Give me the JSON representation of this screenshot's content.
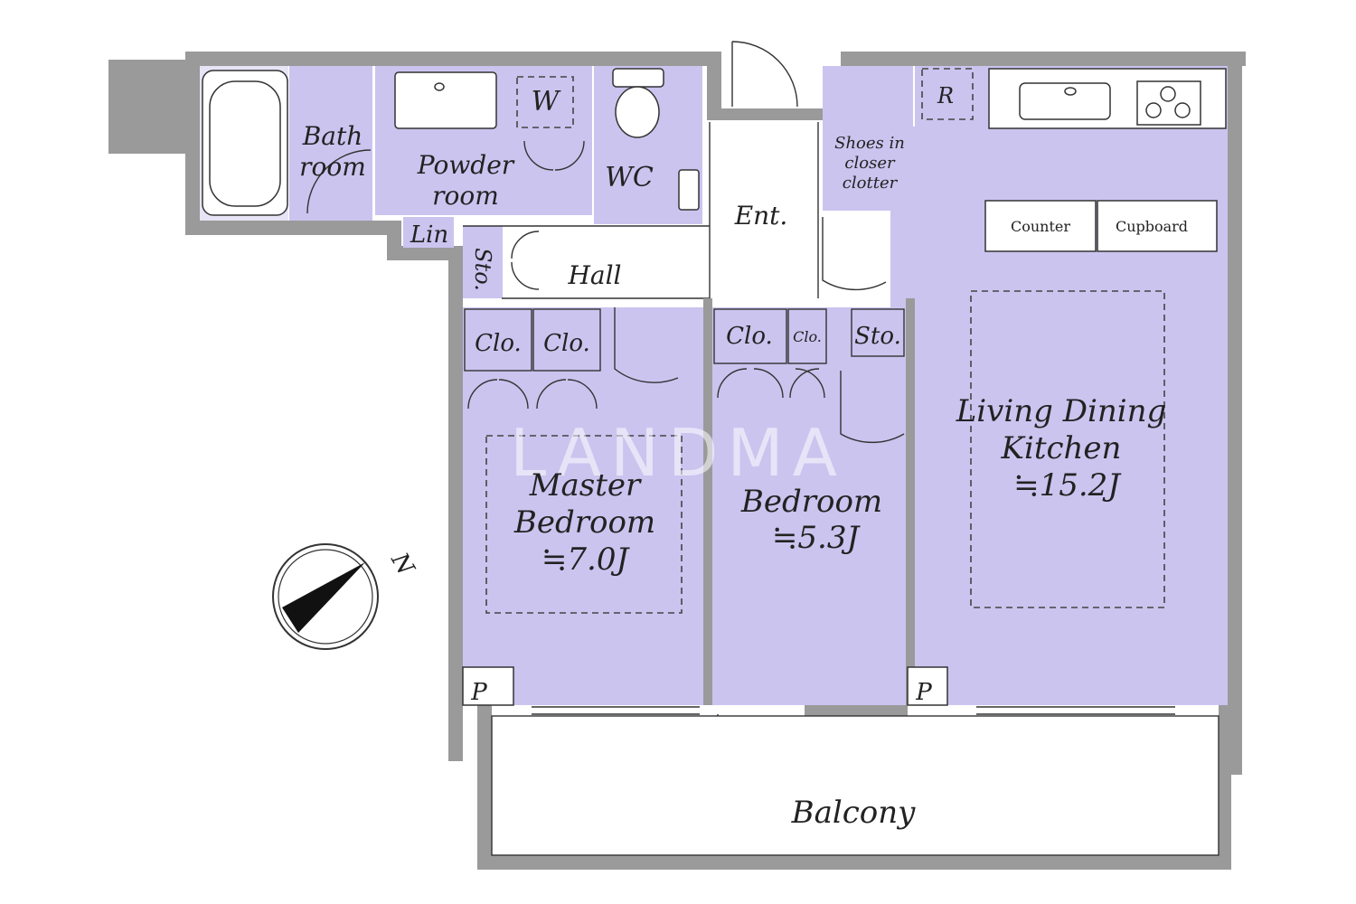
{
  "rooms": {
    "bathroom_line1": "Bath",
    "bathroom_line2": "room",
    "powder_line1": "Powder",
    "powder_line2": "room",
    "washer": "W",
    "wc": "WC",
    "linen": "Lin",
    "storage_hall": "Sto.",
    "hall": "Hall",
    "entrance": "Ent.",
    "shoes_line1": "Shoes in",
    "shoes_line2": "closer",
    "shoes_line3": "clotter",
    "fridge": "R",
    "counter": "Counter",
    "cupboard": "Cupboard",
    "closet_1": "Clo.",
    "closet_2": "Clo.",
    "closet_3": "Clo.",
    "closet_4": "Clo.",
    "storage_2": "Sto.",
    "master_line1": "Master",
    "master_line2": "Bedroom",
    "master_size": "≒7.0J",
    "bedroom_name": "Bedroom",
    "bedroom_size": "≒5.3J",
    "ldk_line1": "Living Dining",
    "ldk_line2": "Kitchen",
    "ldk_size": "≒15.2J",
    "pipe_1": "P",
    "pipe_2": "P",
    "balcony": "Balcony"
  },
  "compass": {
    "north": "N"
  },
  "watermark": "LANDMA",
  "colors": {
    "room_fill": "#cbc4ef",
    "wall": "#9a9a9a",
    "light_fill": "#e7e4f6"
  }
}
